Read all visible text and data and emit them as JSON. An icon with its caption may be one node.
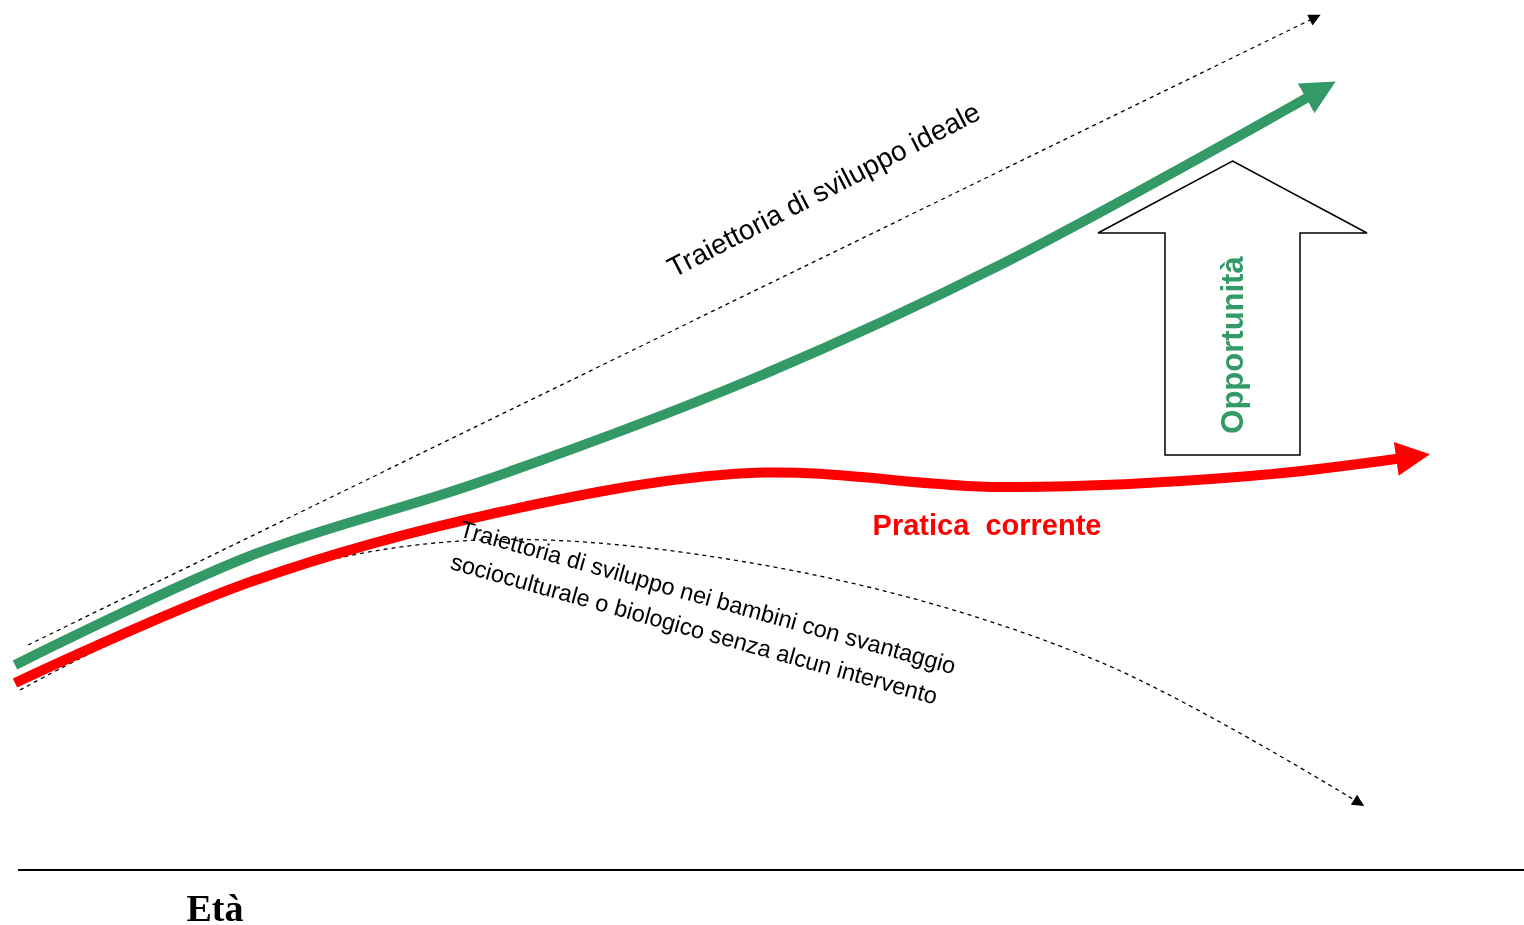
{
  "diagram": {
    "nodes": [
      {
        "text": [
          "Opportunità"
        ]
      }
    ],
    "labels": [
      "Traiettoria di sviluppo ideale",
      "Pratica  corrente",
      "Traiettoria di sviluppo nei bambini con svantaggio socioculturale o biologico senza alcun intervento",
      "Età"
    ]
  }
}
